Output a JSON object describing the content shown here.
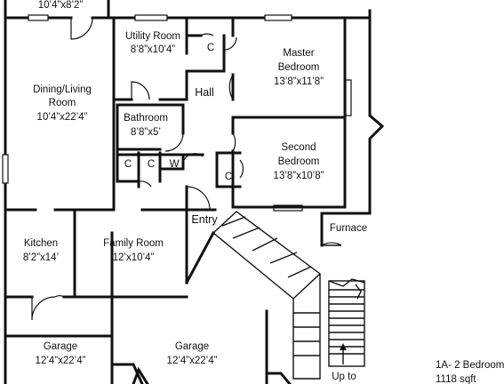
{
  "rooms": {
    "top_label": "10’4”x8’2”",
    "dining_name_1": "Dining/Living",
    "dining_name_2": "Room",
    "dining_dims": "10’4”x22’4”",
    "utility_name": "Utility Room",
    "utility_dims": "8’8”x10’4”",
    "master_name_1": "Master",
    "master_name_2": "Bedroom",
    "master_dims": "13’8”x11’8”",
    "hall_name": "Hall",
    "bathroom_name": "Bathroom",
    "bathroom_dims": "8’8”x5’",
    "second_name_1": "Second",
    "second_name_2": "Bedroom",
    "second_dims": "13’8”x10’8”",
    "entry_name": "Entry",
    "furnace_name": "Furnace",
    "kitchen_name": "Kitchen",
    "kitchen_dims": "8’2”x14’",
    "family_name": "Family Room",
    "family_dims": "12’x10’4”",
    "garage1_name": "Garage",
    "garage1_dims": "12’4”x22’4”",
    "garage2_name": "Garage",
    "garage2_dims": "12’4”x22’4”",
    "up_to": "Up to",
    "closet_master": "C",
    "closet_bath_1": "C",
    "closet_bath_2": "C",
    "washer": "W",
    "closet_second": "C"
  },
  "caption": {
    "line1": "1A- 2 Bedroom",
    "line2": "1118 sqft"
  }
}
